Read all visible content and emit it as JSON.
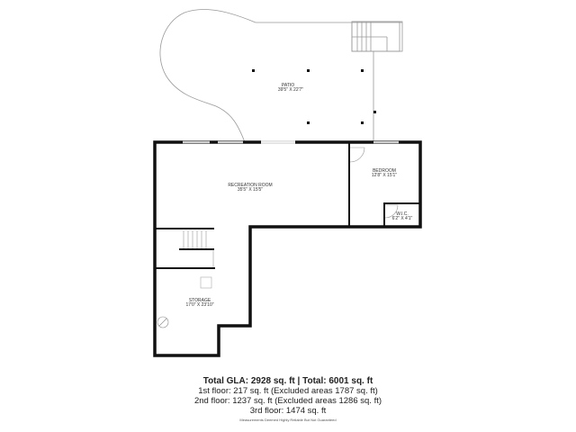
{
  "rooms": [
    {
      "name": "PATIO",
      "dims": "39'5\" X 22'7\""
    },
    {
      "name": "RECREATION ROOM",
      "dims": "35'5\" X 15'5\""
    },
    {
      "name": "BEDROOM",
      "dims": "12'8\" X 15'1\""
    },
    {
      "name": "W.I.C.",
      "dims": "6'2\" X 4'1\""
    },
    {
      "name": "STORAGE",
      "dims": "17'0\" X 23'10\""
    }
  ],
  "totals": {
    "headline": "Total GLA: 2928 sq. ft | Total: 6001 sq. ft",
    "floor1": "1st floor: 217 sq. ft (Excluded areas 1787 sq. ft)",
    "floor2": "2nd floor: 1237 sq. ft (Excluded areas 1286 sq. ft)",
    "floor3": "3rd floor: 1474 sq. ft"
  },
  "disclaimer": "Measurements Deemed Highly Reliable But Not Guaranteed",
  "colors": {
    "wall": "#111111",
    "window": "#cfcfcf",
    "outline": "#999999"
  }
}
